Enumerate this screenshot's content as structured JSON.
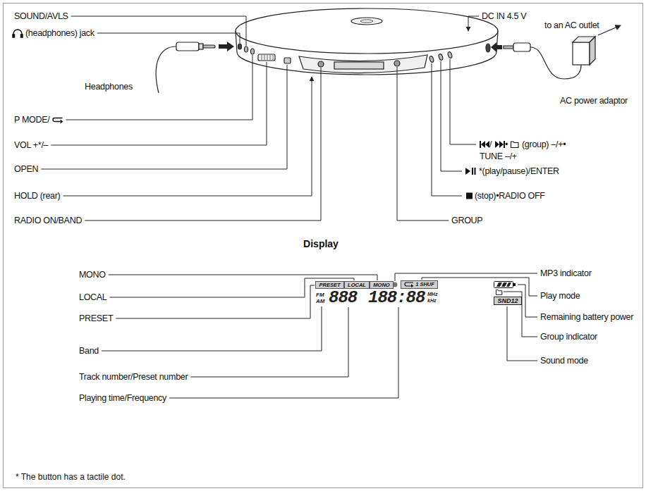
{
  "diagram": {
    "nodes": [
      {
        "text": [
          "PRESET"
        ]
      },
      {
        "text": [
          "LOCAL"
        ]
      },
      {
        "text": [
          "MONO"
        ]
      },
      {
        "text": [
          "1 SHUF"
        ]
      },
      {
        "text": [
          "SND12"
        ]
      }
    ],
    "labels": [
      "SOUND/AVLS",
      "(headphones) jack",
      "DC IN 4.5 V",
      "to an AC outlet",
      "Headphones",
      "AC power adaptor",
      "P MODE/",
      "/",
      "•",
      "(group) –/+•",
      "TUNE –/+",
      "VOL +*/–",
      "*(play/pause)/ENTER",
      "OPEN",
      "(stop)•RADIO OFF",
      "HOLD (rear)",
      "RADIO ON/BAND",
      "GROUP",
      "Display",
      "MONO",
      "MP3 indicator",
      "LOCAL",
      "Play mode",
      "PRESET",
      "Remaining battery power",
      "FM",
      "AM",
      "888",
      "188:88",
      "MHz",
      "kHz",
      "Group indicator",
      "Band",
      "Sound mode",
      "Track number/Preset number",
      "Playing time/Frequency",
      "* The button has a tactile dot."
    ]
  }
}
